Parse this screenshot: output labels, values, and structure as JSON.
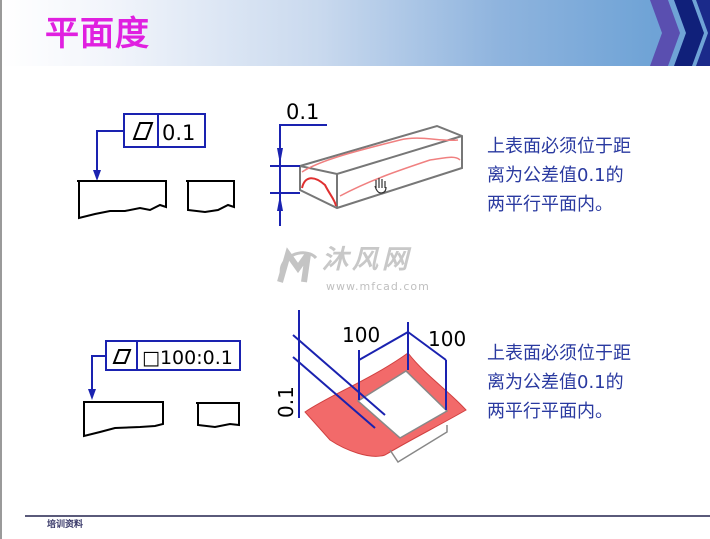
{
  "header": {
    "title": "平面度"
  },
  "example1": {
    "tolerance_symbol": "flatness-icon",
    "tolerance_value": "0.1",
    "dimension_label": "0.1",
    "description_lines": [
      "上表面必须位于距",
      "离为公差值0.1的",
      "两平行平面内。"
    ]
  },
  "example2": {
    "tolerance_symbol": "flatness-icon",
    "tolerance_value": "□100:0.1",
    "dimension_label": "0.1",
    "dim_a": "100",
    "dim_b": "100",
    "description_lines": [
      "上表面必须位于距",
      "离为公差值0.1的",
      "两平行平面内。"
    ]
  },
  "watermark": {
    "name": "沐风网",
    "url": "www.mfcad.com"
  },
  "footer": {
    "text": "培训资料"
  },
  "colors": {
    "title": "#e020e0",
    "drawing_blue": "#1a22b0",
    "text_blue": "#2a3aa0",
    "tolerance_red": "#f06060"
  }
}
